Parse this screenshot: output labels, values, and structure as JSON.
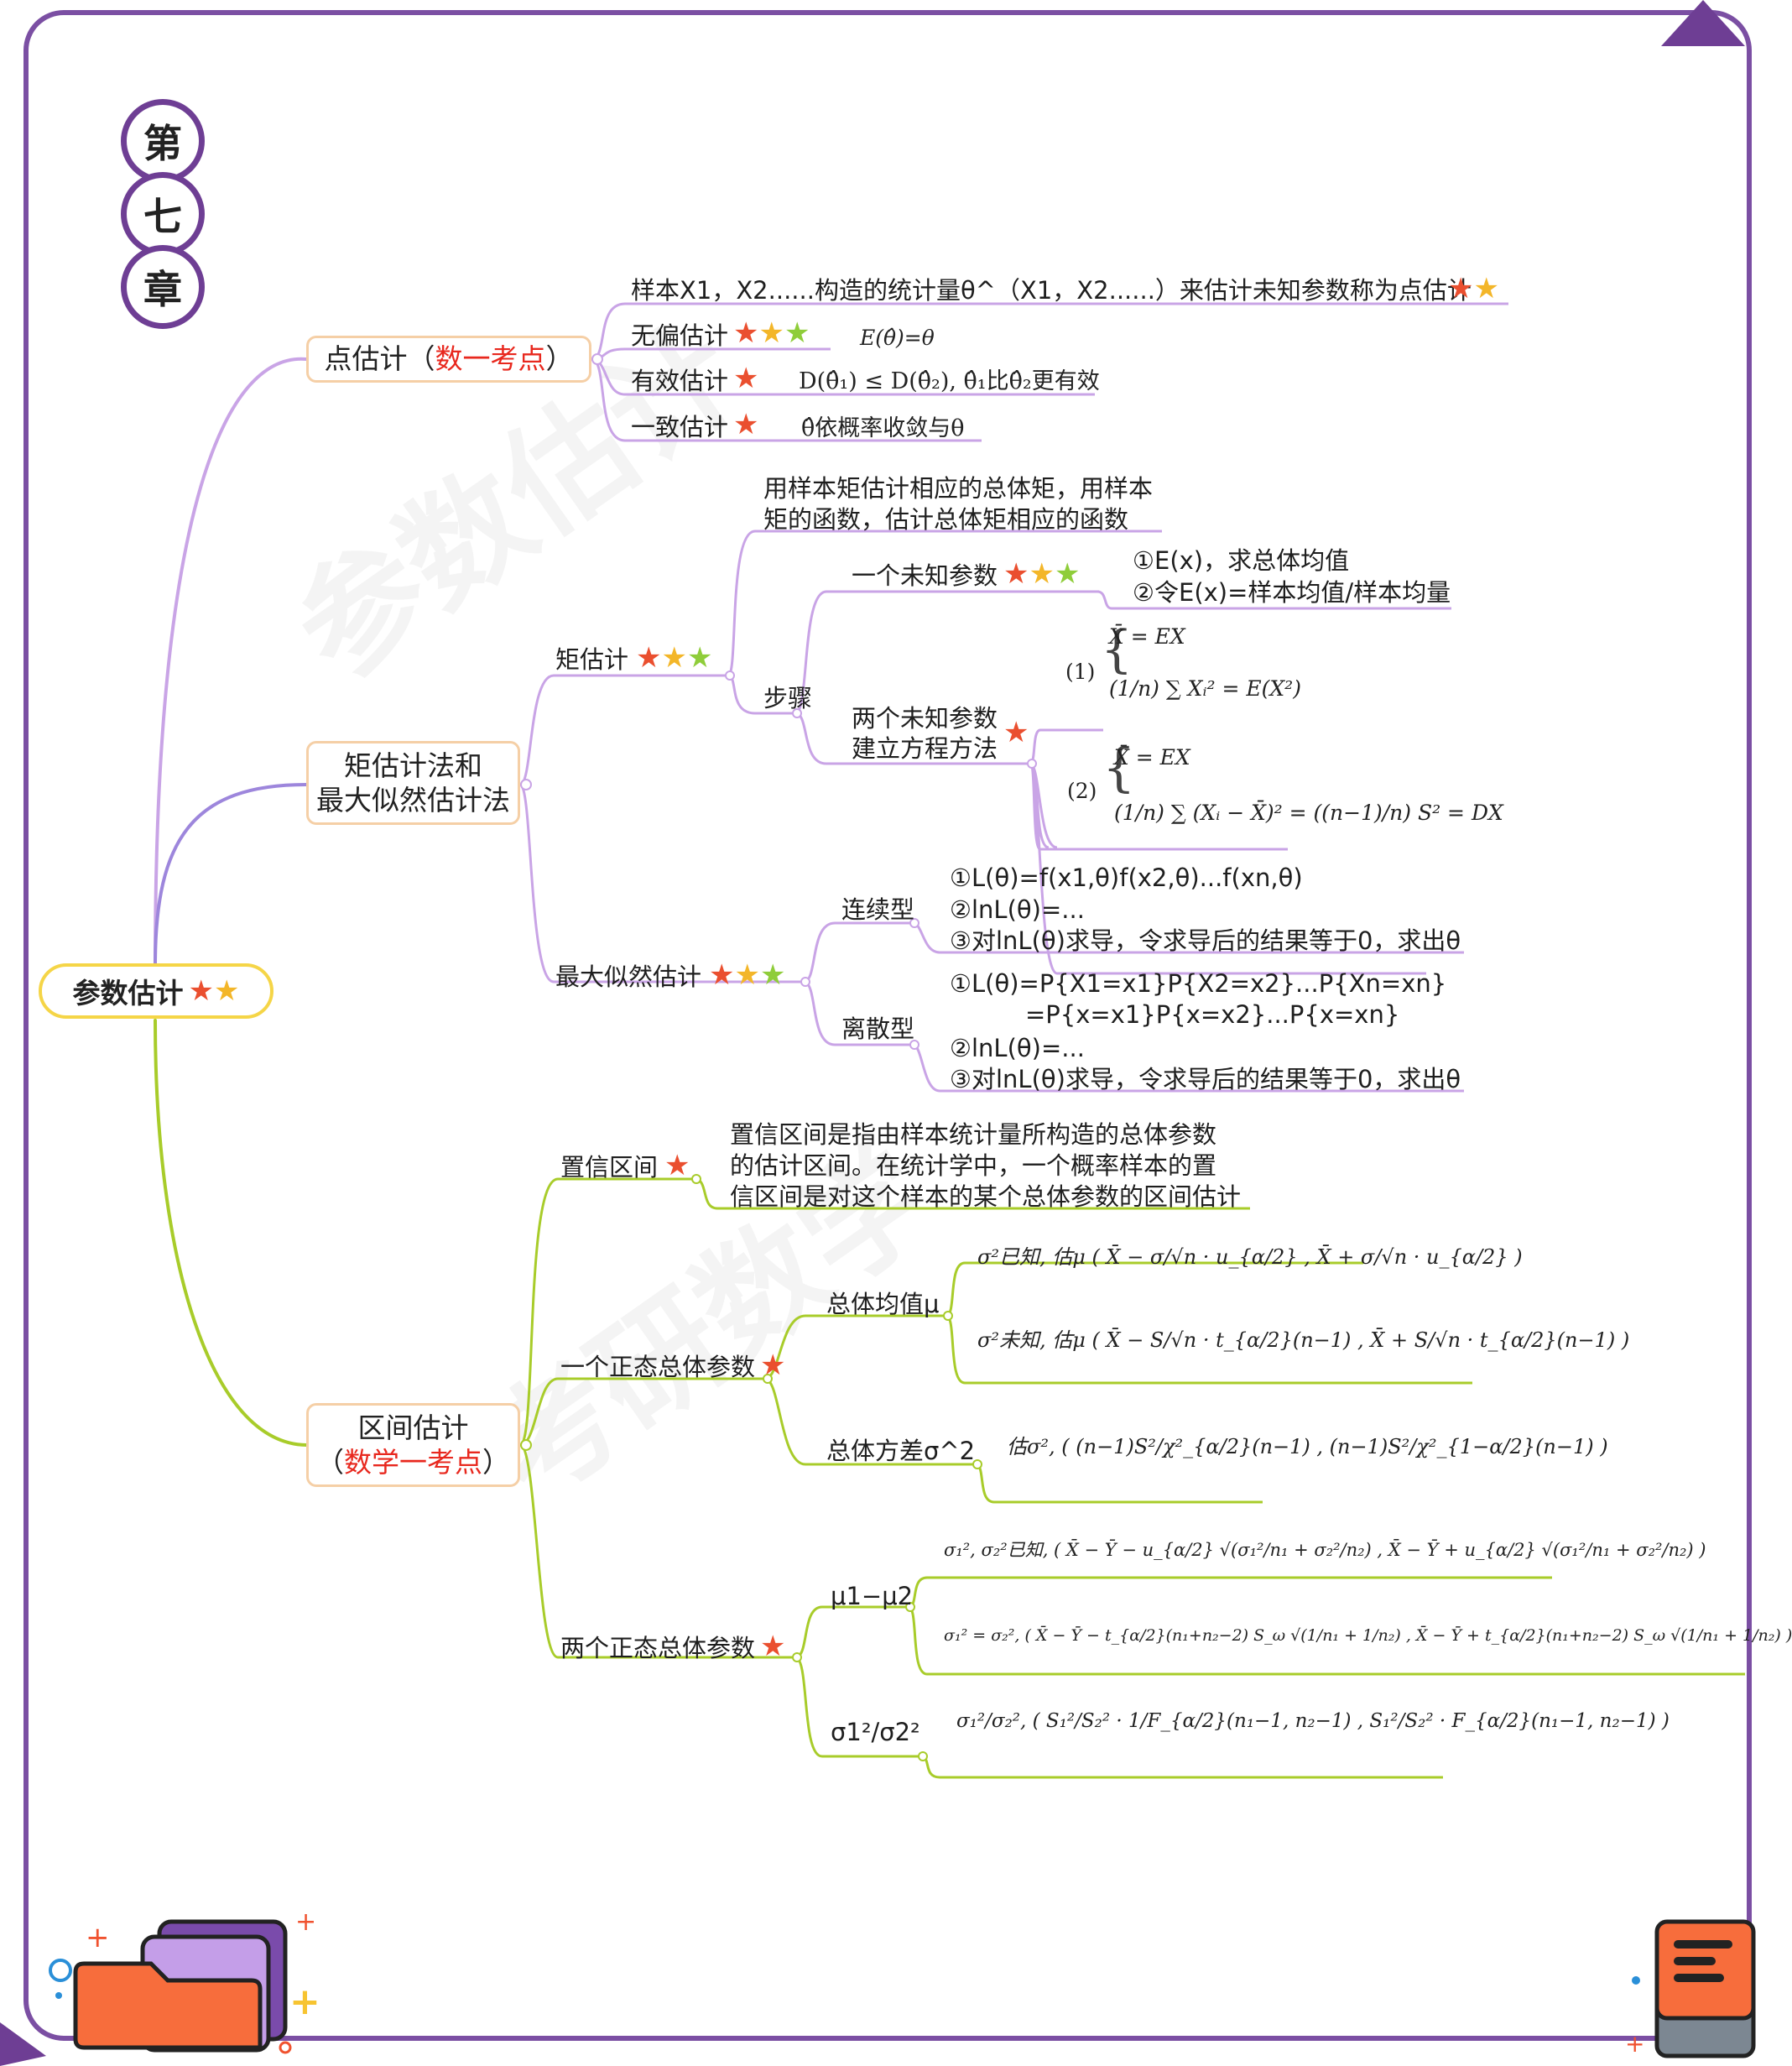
{
  "chapter": [
    "第",
    "七",
    "章"
  ],
  "watermark": [
    "参数估计",
    "考研数学"
  ],
  "root": {
    "label": "参数估计"
  },
  "branches": {
    "point": {
      "label_a": "点估计（",
      "label_red": "数一考点",
      "label_b": "）"
    },
    "moment_mle": {
      "line1": "矩估计法和",
      "line2": "最大似然估计法"
    },
    "interval": {
      "line1": "区间估计",
      "line2_a": "（",
      "line2_red": "数学一考点",
      "line2_b": "）"
    }
  },
  "point_items": {
    "definition": "样本X1，X2......构造的统计量θ^（X1，X2......）来估计未知参数称为点估计",
    "unbiased": "无偏估计",
    "unbiased_formula": "E(θ̂)=θ",
    "efficient": "有效估计",
    "efficient_formula": "D(θ̂₁) ≤ D(θ̂₂), θ̂₁比θ̂₂更有效",
    "consistent": "一致估计",
    "consistent_formula": "θ̂依概率收敛与θ"
  },
  "moment": {
    "label": "矩估计",
    "desc1": "用样本矩估计相应的总体矩，用样本",
    "desc2": "矩的函数，估计总体矩相应的函数",
    "steps": "步骤",
    "one_param": "一个未知参数",
    "one_step1": "①E(x)，求总体均值",
    "one_step2": "②令E(x)=样本均值/样本均量",
    "two_param1": "两个未知参数",
    "two_param2": "建立方程方法",
    "eq1_tag": "(1)",
    "eq1_a": "X̄ = EX",
    "eq1_b": "(1/n) ∑ Xᵢ² = E(X²)",
    "eq2_tag": "(2)",
    "eq2_a": "X̄ = EX",
    "eq2_b": "(1/n) ∑ (Xᵢ − X̄)² = ((n−1)/n) S² = DX"
  },
  "mle": {
    "label": "最大似然估计",
    "continuous": "连续型",
    "c1": "①L(θ)=f(x1,θ)f(x2,θ)...f(xn,θ)",
    "c2": "②lnL(θ)=...",
    "c3": "③对lnL(θ)求导，令求导后的结果等于0，求出θ",
    "discrete": "离散型",
    "d1": "①L(θ)=P{X1=x1}P{X2=x2}...P{Xn=xn}",
    "d1b": "=P{x=x1}P{x=x2}...P{x=xn}",
    "d2": "②lnL(θ)=...",
    "d3": "③对lnL(θ)求导，令求导后的结果等于0，求出θ"
  },
  "interval_items": {
    "ci": "置信区间",
    "ci_desc1": "置信区间是指由样本统计量所构造的总体参数",
    "ci_desc2": "的估计区间。在统计学中，一个概率样本的置",
    "ci_desc3": "信区间是对这个样本的某个总体参数的区间估计",
    "one_normal": "一个正态总体参数",
    "mean": "总体均值μ",
    "mean_f1": "σ²已知, 估μ  ( X̄ − σ/√n · u_{α/2} , X̄ + σ/√n · u_{α/2} )",
    "mean_f2": "σ²未知, 估μ  ( X̄ − S/√n · t_{α/2}(n−1) , X̄ + S/√n · t_{α/2}(n−1) )",
    "variance": "总体方差σ^2",
    "var_f": "估σ², ( (n−1)S²/χ²_{α/2}(n−1) , (n−1)S²/χ²_{1−α/2}(n−1) )",
    "two_normal": "两个正态总体参数",
    "diff": "μ1−μ2",
    "diff_f1": "σ₁², σ₂²已知, ( X̄ − Ȳ − u_{α/2} √(σ₁²/n₁ + σ₂²/n₂) , X̄ − Ȳ + u_{α/2} √(σ₁²/n₁ + σ₂²/n₂) )",
    "diff_f2": "σ₁² = σ₂², ( X̄ − Ȳ − t_{α/2}(n₁+n₂−2) S_ω √(1/n₁ + 1/n₂) , X̄ − Ȳ + t_{α/2}(n₁+n₂−2) S_ω √(1/n₁ + 1/n₂) )",
    "ratio": "σ1²/σ2²",
    "ratio_f": "σ₁²/σ₂², ( S₁²/S₂² · 1/F_{α/2}(n₁−1, n₂−1) , S₁²/S₂² · F_{α/2}(n₁−1, n₂−1) )"
  },
  "colors": {
    "frame": "#7b4fa3",
    "branch1": "#c9a4e6",
    "branch2": "#9d86dc",
    "branch3": "#a8cc2a",
    "highlight": "#e8281e"
  }
}
